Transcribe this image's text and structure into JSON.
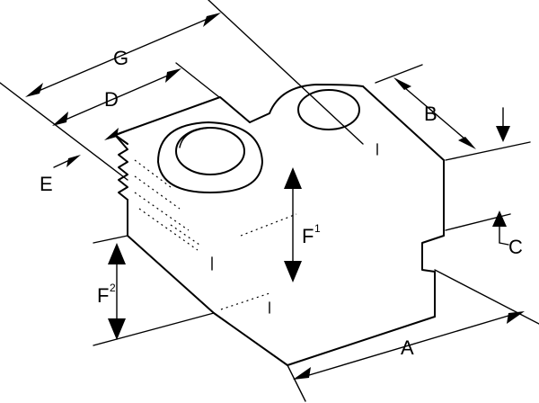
{
  "labels": {
    "G": "G",
    "D": "D",
    "B": "B",
    "E": "E",
    "F1": "F",
    "F1_sup": "1",
    "F2": "F",
    "F2_sup": "2",
    "C": "C",
    "A": "A"
  }
}
